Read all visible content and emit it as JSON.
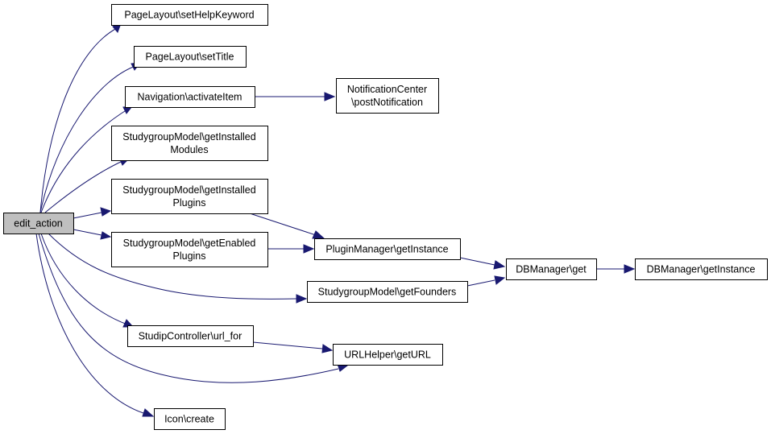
{
  "diagram": {
    "nodes": {
      "edit_action": [
        "edit_action"
      ],
      "setHelpKeyword": [
        "PageLayout\\setHelpKeyword"
      ],
      "setTitle": [
        "PageLayout\\setTitle"
      ],
      "activateItem": [
        "Navigation\\activateItem"
      ],
      "postNotification": [
        "NotificationCenter",
        "\\postNotification"
      ],
      "getInstalledModules": [
        "StudygroupModel\\getInstalled",
        "Modules"
      ],
      "getInstalledPlugins": [
        "StudygroupModel\\getInstalled",
        "Plugins"
      ],
      "getEnabledPlugins": [
        "StudygroupModel\\getEnabled",
        "Plugins"
      ],
      "pmGetInstance": [
        "PluginManager\\getInstance"
      ],
      "dbGet": [
        "DBManager\\get"
      ],
      "dbGetInstance": [
        "DBManager\\getInstance"
      ],
      "getFounders": [
        "StudygroupModel\\getFounders"
      ],
      "urlFor": [
        "StudipController\\url_for"
      ],
      "getURL": [
        "URLHelper\\getURL"
      ],
      "iconCreate": [
        "Icon\\create"
      ]
    },
    "edges": [
      [
        "edit_action",
        "setHelpKeyword"
      ],
      [
        "edit_action",
        "setTitle"
      ],
      [
        "edit_action",
        "activateItem"
      ],
      [
        "activateItem",
        "postNotification"
      ],
      [
        "edit_action",
        "getInstalledModules"
      ],
      [
        "edit_action",
        "getInstalledPlugins"
      ],
      [
        "getInstalledPlugins",
        "pmGetInstance"
      ],
      [
        "edit_action",
        "getEnabledPlugins"
      ],
      [
        "getEnabledPlugins",
        "pmGetInstance"
      ],
      [
        "pmGetInstance",
        "dbGet"
      ],
      [
        "dbGet",
        "dbGetInstance"
      ],
      [
        "edit_action",
        "getFounders"
      ],
      [
        "getFounders",
        "dbGet"
      ],
      [
        "edit_action",
        "urlFor"
      ],
      [
        "urlFor",
        "getURL"
      ],
      [
        "edit_action",
        "getURL"
      ],
      [
        "edit_action",
        "iconCreate"
      ]
    ]
  }
}
